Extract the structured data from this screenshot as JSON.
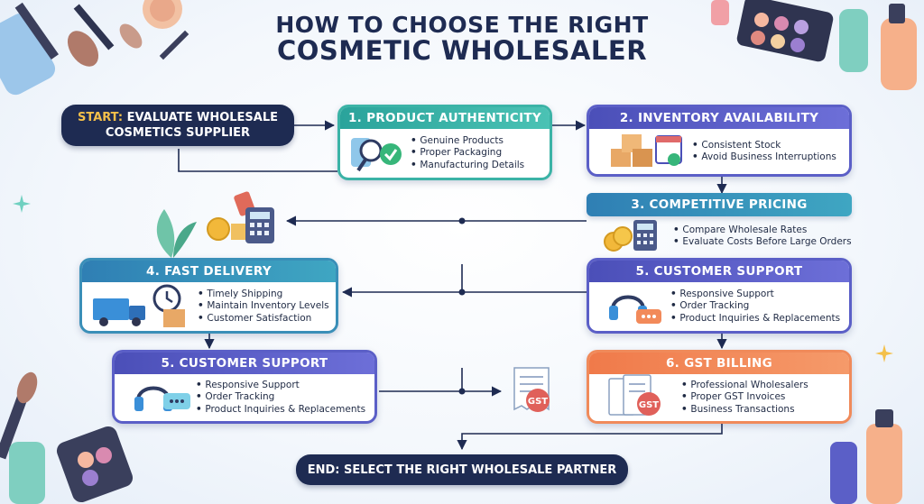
{
  "title": {
    "line1": "HOW TO CHOOSE THE RIGHT",
    "line2": "COSMETIC WHOLESALER"
  },
  "start": {
    "prefix": "START:",
    "line1": "EVALUATE WHOLESALE",
    "line2": "COSMETICS SUPPLIER"
  },
  "end": {
    "label": "END: SELECT THE RIGHT WHOLESALE PARTNER"
  },
  "steps": [
    {
      "title": "1. PRODUCT AUTHENTICITY",
      "items": [
        "Genuine Products",
        "Proper Packaging",
        "Manufacturing Details"
      ]
    },
    {
      "title": "2. INVENTORY AVAILABILITY",
      "items": [
        "Consistent Stock",
        "Avoid Business Interruptions"
      ]
    },
    {
      "title": "3. COMPETITIVE PRICING",
      "items": [
        "Compare Wholesale Rates",
        "Evaluate Costs Before Large Orders"
      ]
    },
    {
      "title": "4. FAST DELIVERY",
      "items": [
        "Timely Shipping",
        "Maintain Inventory Levels",
        "Customer Satisfaction"
      ]
    },
    {
      "title": "5. CUSTOMER SUPPORT",
      "items": [
        "Responsive Support",
        "Order Tracking",
        "Product Inquiries & Replacements"
      ]
    },
    {
      "title": "5. CUSTOMER SUPPORT",
      "items": [
        "Responsive Support",
        "Order Tracking",
        "Product Inquiries & Replacements"
      ]
    },
    {
      "title": "6. GST BILLING",
      "items": [
        "Professional Wholesalers",
        "Proper GST Invoices",
        "Business Transactions"
      ]
    }
  ],
  "icons": {
    "gst_badge": "GST"
  },
  "colors": {
    "navy": "#1e2b52",
    "teal": "#3bb3a6",
    "purple": "#5b5fc7",
    "orange": "#f08a5a",
    "accent": "#f4c04a"
  }
}
